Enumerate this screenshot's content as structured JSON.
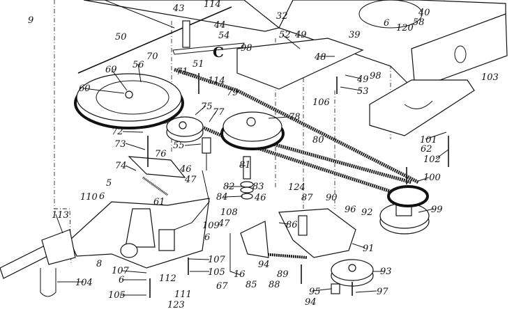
{
  "diagram": {
    "type": "exploded parts diagram",
    "part_labels": [
      "9",
      "50",
      "43",
      "114",
      "44",
      "54",
      "32",
      "98",
      "51",
      "70",
      "56",
      "69",
      "60",
      "71",
      "114",
      "79",
      "75",
      "77",
      "78",
      "72",
      "73",
      "55",
      "76",
      "52",
      "49",
      "48",
      "98",
      "49",
      "53",
      "106",
      "39",
      "6",
      "120",
      "58",
      "40",
      "103",
      "101",
      "62",
      "102",
      "100",
      "99",
      "80",
      "81",
      "82",
      "83",
      "84",
      "46",
      "109",
      "47",
      "108",
      "6",
      "107",
      "105",
      "124",
      "87",
      "90",
      "96",
      "92",
      "86",
      "91",
      "94",
      "89",
      "88",
      "16",
      "85",
      "67",
      "93",
      "95",
      "97",
      "94",
      "74",
      "46",
      "47",
      "5",
      "110",
      "6",
      "61",
      "113",
      "8",
      "104",
      "107",
      "6",
      "105",
      "112",
      "111",
      "123"
    ],
    "clip_symbol": "C"
  }
}
